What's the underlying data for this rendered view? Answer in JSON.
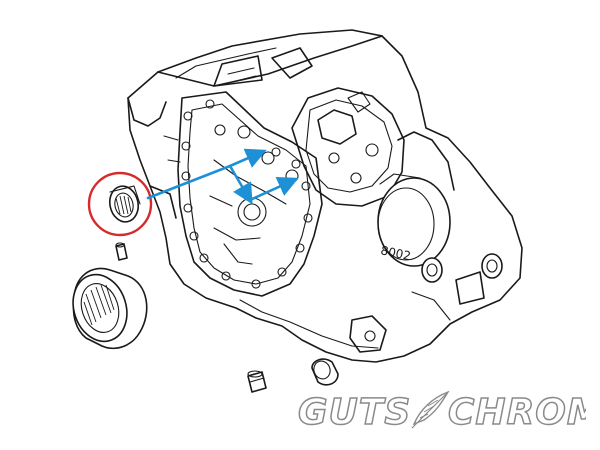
{
  "diagram": {
    "part_number_label": "8002",
    "highlight_color": "#d62b2b",
    "arrow_color": "#1e90d6",
    "line_color": "#1a1a1a"
  },
  "watermark": {
    "brand_left": "GUTS",
    "brand_right": "CHROME",
    "emblem": "feather-icon"
  }
}
